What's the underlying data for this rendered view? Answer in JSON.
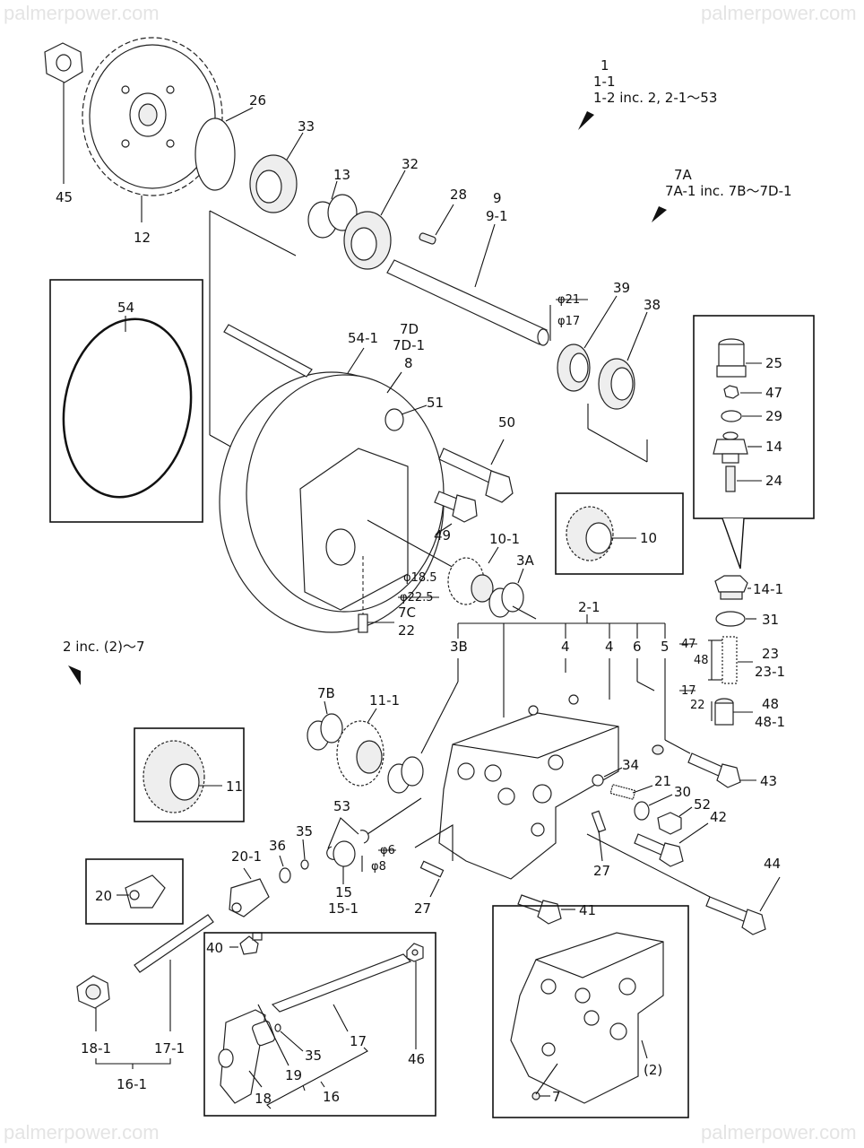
{
  "watermarks": {
    "top_left": "palmerpower.com",
    "top_right": "palmerpower.com",
    "bottom_left": "palmerpower.com",
    "bottom_right": "palmerpower.com"
  },
  "notes": {
    "assembly_1": [
      "1",
      "1-1",
      "1-2 inc. 2, 2-1～53"
    ],
    "assembly_7A": [
      "7A",
      "7A-1 inc. 7B～7D-1"
    ],
    "assembly_2": "2 inc. (2)～7"
  },
  "dimensions": {
    "shaft_old": "φ21",
    "shaft_new": "φ17",
    "bore_new": "φ18.5",
    "bore_old": "φ22.5",
    "pin_old": "φ6",
    "pin_new": "φ8",
    "spring_old": "47",
    "spring_new": "48",
    "collar_old": "17",
    "collar_new": "22"
  },
  "labels": {
    "p45": "45",
    "p12": "12",
    "p26": "26",
    "p33": "33",
    "p13": "13",
    "p32": "32",
    "p28": "28",
    "p9": "9",
    "p9_1": "9-1",
    "p39": "39",
    "p38": "38",
    "p54": "54",
    "p54_1": "54-1",
    "p7D": "7D",
    "p7D_1": "7D-1",
    "p8": "8",
    "p51": "51",
    "p50": "50",
    "p49": "49",
    "p10_1": "10-1",
    "p3A": "3A",
    "p7C": "7C",
    "p22": "22",
    "p10": "10",
    "p25": "25",
    "p47": "47",
    "p29": "29",
    "p14": "14",
    "p24": "24",
    "p14_1": "14-1",
    "p31": "31",
    "p23": "23",
    "p23_1": "23-1",
    "p48": "48",
    "p48_1": "48-1",
    "p2_1": "2-1",
    "p3B": "3B",
    "p4a": "4",
    "p4b": "4",
    "p6": "6",
    "p5": "5",
    "p7B": "7B",
    "p11_1": "11-1",
    "p11": "11",
    "p43": "43",
    "p34": "34",
    "p21": "21",
    "p30": "30",
    "p52": "52",
    "p42": "42",
    "p53": "53",
    "p35a": "35",
    "p36": "36",
    "p20_1": "20-1",
    "p20": "20",
    "p15": "15",
    "p15_1": "15-1",
    "p27a": "27",
    "p27b": "27",
    "p41": "41",
    "p44": "44",
    "p40": "40",
    "p18_1": "18-1",
    "p17_1": "17-1",
    "p16_1": "16-1",
    "p17": "17",
    "p35b": "35",
    "p19": "19",
    "p46": "46",
    "p18": "18",
    "p16": "16",
    "p2": "(2)",
    "p7": "7"
  }
}
